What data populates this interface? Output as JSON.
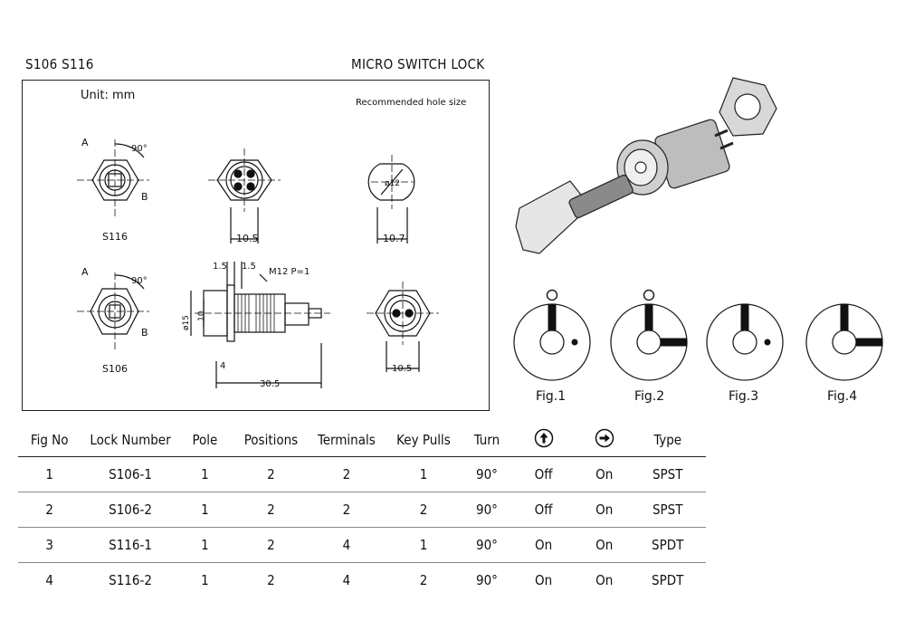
{
  "header": {
    "models": "S106 S116",
    "title": "MICRO SWITCH LOCK"
  },
  "drawing": {
    "unit": "Unit: mm",
    "hole_note": "Recommended hole size",
    "s116_label": "S116",
    "s106_label": "S106",
    "label_a_top": "A",
    "label_b_top": "B",
    "label_a_bottom": "A",
    "label_b_bottom": "B",
    "angle_top": "90°",
    "angle_bottom": "90°",
    "dim_front_top": "10.5",
    "dim_hole": "10.7",
    "hole_dia": "ø12",
    "dim_side_1": "1.5",
    "dim_side_2": "1.5",
    "thread": "M12  P=1",
    "dim_dia15": "ø15",
    "dim_10": "10",
    "dim_4": "4",
    "dim_30_5": "30.5",
    "dim_front_bottom": "10.5"
  },
  "figures": [
    {
      "label": "Fig.1",
      "circle_top": true,
      "bar_right": false,
      "dot": true
    },
    {
      "label": "Fig.2",
      "circle_top": true,
      "bar_right": true,
      "dot": false
    },
    {
      "label": "Fig.3",
      "circle_top": false,
      "bar_right": false,
      "dot": true
    },
    {
      "label": "Fig.4",
      "circle_top": false,
      "bar_right": true,
      "dot": false
    }
  ],
  "table": {
    "headers": [
      "Fig No",
      "Lock Number",
      "Pole",
      "Positions",
      "Terminals",
      "Key Pulls",
      "Turn",
      "up-arrow-circle-icon",
      "right-arrow-circle-icon",
      "Type"
    ],
    "rows": [
      [
        "1",
        "S106-1",
        "1",
        "2",
        "2",
        "1",
        "90°",
        "Off",
        "On",
        "SPST"
      ],
      [
        "2",
        "S106-2",
        "1",
        "2",
        "2",
        "2",
        "90°",
        "Off",
        "On",
        "SPST"
      ],
      [
        "3",
        "S116-1",
        "1",
        "2",
        "4",
        "1",
        "90°",
        "On",
        "On",
        "SPDT"
      ],
      [
        "4",
        "S116-2",
        "1",
        "2",
        "4",
        "2",
        "90°",
        "On",
        "On",
        "SPDT"
      ]
    ]
  }
}
